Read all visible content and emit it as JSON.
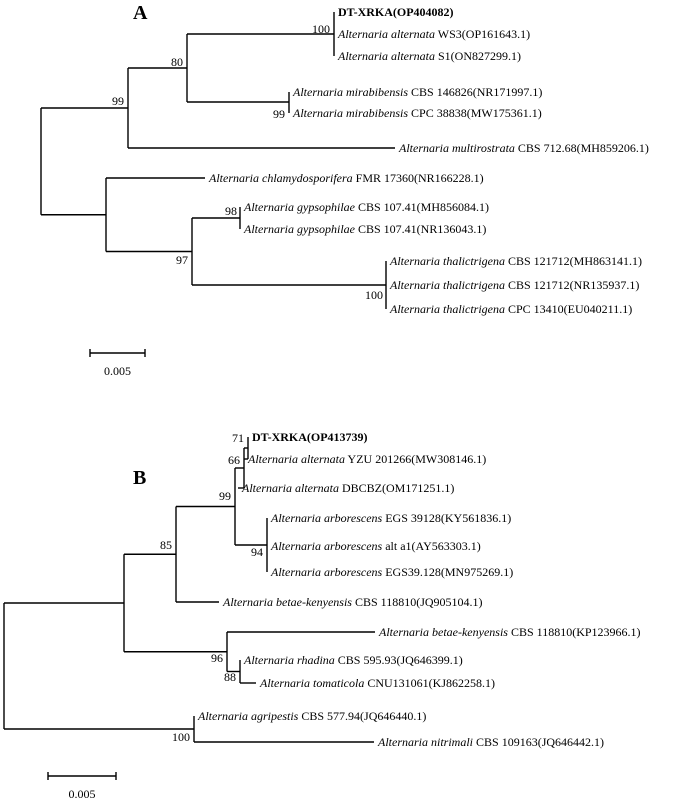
{
  "panels": [
    {
      "label": "A",
      "scale_bar": "0.005",
      "taxa": [
        {
          "genus": "",
          "rest": "DT-XRKA(OP404082)",
          "bold": true
        },
        {
          "genus": "Alternaria alternata",
          "rest": " WS3(OP161643.1)",
          "bold": false
        },
        {
          "genus": "Alternaria alternata",
          "rest": " S1(ON827299.1)",
          "bold": false
        },
        {
          "genus": "Alternaria mirabibensis",
          "rest": " CBS 146826(NR171997.1)",
          "bold": false
        },
        {
          "genus": "Alternaria mirabibensis",
          "rest": " CPC 38838(MW175361.1)",
          "bold": false
        },
        {
          "genus": "Alternaria multirostrata",
          "rest": " CBS 712.68(MH859206.1)",
          "bold": false
        },
        {
          "genus": "Alternaria chlamydosporifera",
          "rest": " FMR 17360(NR166228.1)",
          "bold": false
        },
        {
          "genus": "Alternaria gypsophilae",
          "rest": " CBS 107.41(MH856084.1)",
          "bold": false
        },
        {
          "genus": "Alternaria gypsophilae",
          "rest": " CBS 107.41(NR136043.1)",
          "bold": false
        },
        {
          "genus": "Alternaria thalictrigena",
          "rest": " CBS 121712(MH863141.1)",
          "bold": false
        },
        {
          "genus": "Alternaria thalictrigena",
          "rest": " CBS 121712(NR135937.1)",
          "bold": false
        },
        {
          "genus": "Alternaria thalictrigena",
          "rest": " CPC 13410(EU040211.1)",
          "bold": false
        }
      ],
      "bootstrap": [
        "100",
        "80",
        "99",
        "99",
        "98",
        "97",
        "100"
      ]
    },
    {
      "label": "B",
      "scale_bar": "0.005",
      "taxa": [
        {
          "genus": "",
          "rest": "DT-XRKA(OP413739)",
          "bold": true
        },
        {
          "genus": "Alternaria alternata",
          "rest": " YZU 201266(MW308146.1)",
          "bold": false
        },
        {
          "genus": "Alternaria alternata",
          "rest": " DBCBZ(OM171251.1)",
          "bold": false
        },
        {
          "genus": "Alternaria arborescens",
          "rest": " EGS 39128(KY561836.1)",
          "bold": false
        },
        {
          "genus": "Alternaria arborescens",
          "rest": " alt a1(AY563303.1)",
          "bold": false
        },
        {
          "genus": "Alternaria arborescens",
          "rest": " EGS39.128(MN975269.1)",
          "bold": false
        },
        {
          "genus": "Alternaria betae-kenyensis",
          "rest": " CBS 118810(JQ905104.1)",
          "bold": false
        },
        {
          "genus": "Alternaria betae-kenyensis",
          "rest": " CBS 118810(KP123966.1)",
          "bold": false
        },
        {
          "genus": "Alternaria rhadina",
          "rest": " CBS 595.93(JQ646399.1)",
          "bold": false
        },
        {
          "genus": "Alternaria tomaticola",
          "rest": " CNU131061(KJ862258.1)",
          "bold": false
        },
        {
          "genus": "Alternaria agripestis",
          "rest": " CBS 577.94(JQ646440.1)",
          "bold": false
        },
        {
          "genus": "Alternaria nitrimali",
          "rest": " CBS 109163(JQ646442.1)",
          "bold": false
        }
      ],
      "bootstrap": [
        "71",
        "66",
        "99",
        "94",
        "85",
        "96",
        "88",
        "100"
      ]
    }
  ]
}
